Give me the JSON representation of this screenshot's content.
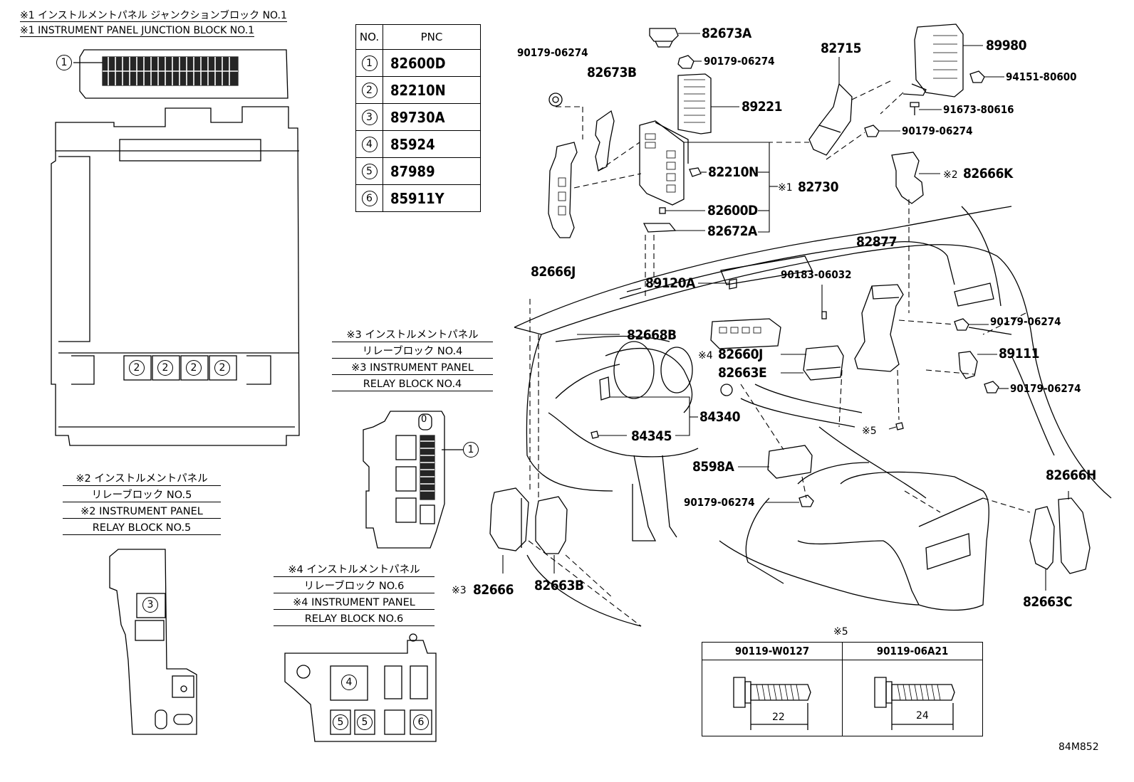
{
  "captions": {
    "jb1_jp": "※1 インストルメントパネル ジャンクションブロック NO.1",
    "jb1_en": "※1 INSTRUMENT PANEL JUNCTION BLOCK NO.1",
    "rb4_jp1": "※3 インストルメントパネル",
    "rb4_jp2": "リレーブロック NO.4",
    "rb4_en1": "※3 INSTRUMENT PANEL",
    "rb4_en2": "RELAY BLOCK NO.4",
    "rb5_jp1": "※2 インストルメントパネル",
    "rb5_jp2": "リレーブロック NO.5",
    "rb5_en1": "※2 INSTRUMENT PANEL",
    "rb5_en2": "RELAY BLOCK NO.5",
    "rb6_jp1": "※4 インストルメントパネル",
    "rb6_jp2": "リレーブロック NO.6",
    "rb6_en1": "※4 INSTRUMENT PANEL",
    "rb6_en2": "RELAY BLOCK NO.6"
  },
  "pnc_table": {
    "header_no": "NO.",
    "header_pnc": "PNC",
    "rows": [
      {
        "no": "1",
        "pnc": "82600D"
      },
      {
        "no": "2",
        "pnc": "82210N"
      },
      {
        "no": "3",
        "pnc": "89730A"
      },
      {
        "no": "4",
        "pnc": "85924"
      },
      {
        "no": "5",
        "pnc": "87989"
      },
      {
        "no": "6",
        "pnc": "85911Y"
      }
    ]
  },
  "callouts": {
    "c1": "1",
    "c2": "2",
    "c3": "3",
    "c4": "4",
    "c5": "5",
    "c6": "6",
    "c0": "0"
  },
  "parts": {
    "p90179_a": "90179-06274",
    "p82673A": "82673A",
    "p90179_b": "90179-06274",
    "p82673B": "82673B",
    "p89221": "89221",
    "p82715": "82715",
    "p89980": "89980",
    "p94151": "94151-80600",
    "p91673": "91673-80616",
    "p90179_c": "90179-06274",
    "p82210N": "82210N",
    "p82730_mark": "※1",
    "p82730": "82730",
    "p82666K_mark": "※2",
    "p82666K": "82666K",
    "p82600D": "82600D",
    "p82672A": "82672A",
    "p82666J": "82666J",
    "p82877": "82877",
    "p89120A": "89120A",
    "p90183": "90183-06032",
    "p90179_d": "90179-06274",
    "p82668B": "82668B",
    "p82660J_mark": "※4",
    "p82660J": "82660J",
    "p82663E": "82663E",
    "p89111": "89111",
    "p90179_e": "90179-06274",
    "p84340": "84340",
    "p84345": "84345",
    "p5_mark": "※5",
    "p8598A": "8598A",
    "p82666H": "82666H",
    "p90179_f": "90179-06274",
    "p82666_mark": "※3",
    "p82666": "82666",
    "p82663B": "82663B",
    "p82663C": "82663C"
  },
  "bolt_table": {
    "title": "※5",
    "col1": "90119-W0127",
    "col2": "90119-06A21",
    "dim1": "22",
    "dim2": "24"
  },
  "figure_id": "84M852"
}
